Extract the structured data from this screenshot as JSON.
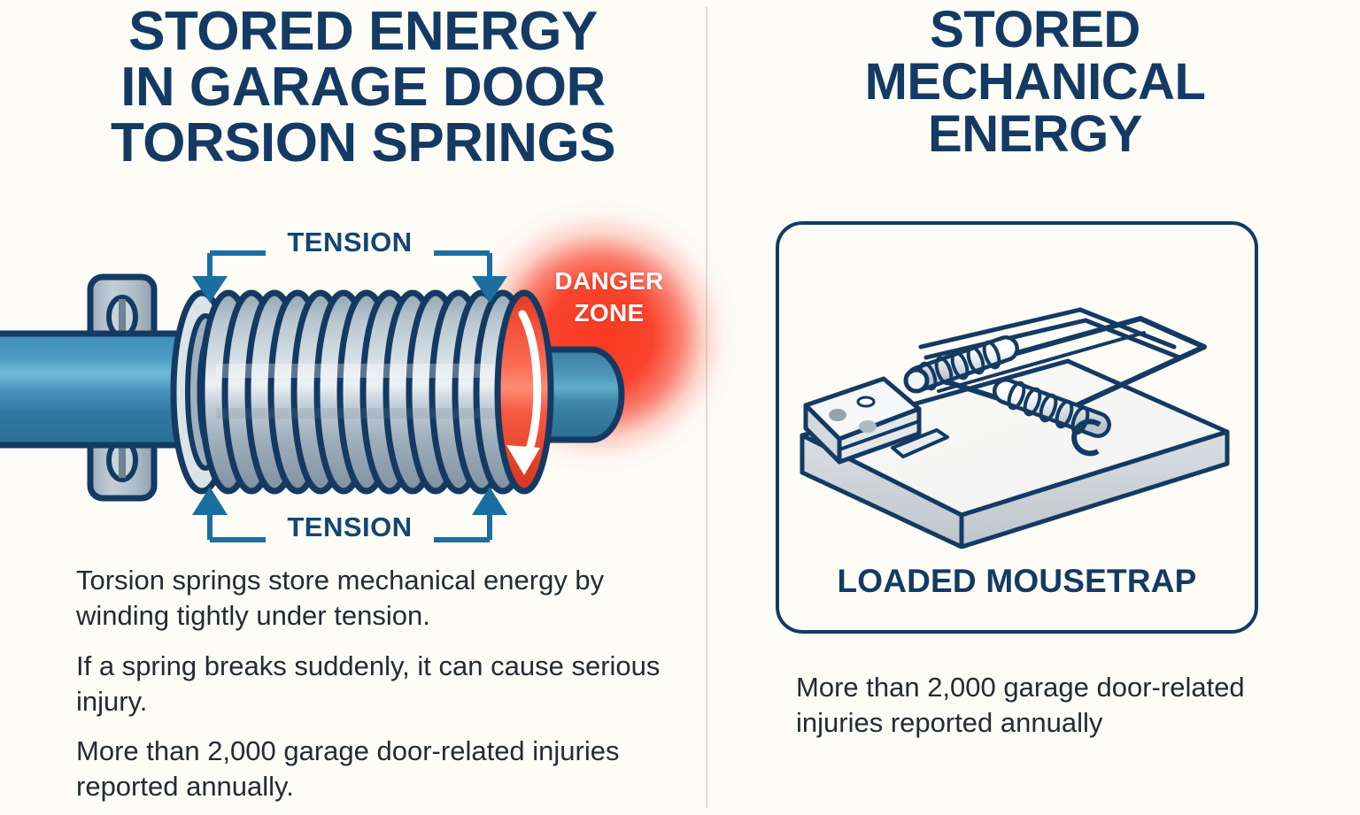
{
  "theme": {
    "background": "#FDFCF7",
    "navy": "#143A63",
    "body_text": "#232B33",
    "danger_red": "#F9432C",
    "shaft_blue": "#3E8DB5",
    "coil_gray": "#AEBCC7",
    "divider": "#DDDAD2"
  },
  "left_panel": {
    "title_lines": [
      "STORED ENERGY",
      "IN GARAGE DOOR",
      "TORSION SPRINGS"
    ],
    "diagram": {
      "tension_label_top": "TENSION",
      "tension_label_bottom": "TENSION",
      "danger_label_lines": [
        "DANGER",
        "ZONE"
      ],
      "coil_count": 14,
      "danger_coil_count": 1,
      "rotation_arrow": "clockwise-down",
      "parts": [
        "mounting-bracket",
        "torsion-shaft",
        "spring-coils",
        "danger-coil",
        "shaft-end-cap"
      ]
    },
    "body_paragraphs": [
      "Torsion springs store mechanical energy by winding tightly under tension.",
      "If a spring breaks suddenly, it can cause serious injury.",
      "More than 2,000 garage door-related injuries reported annually."
    ]
  },
  "right_panel": {
    "title_lines": [
      "STORED",
      "MECHANICAL",
      "ENERGY"
    ],
    "illustration_caption": "LOADED MOUSETRAP",
    "illustration_parts": [
      "wooden-base",
      "torsion-spring-coils",
      "snap-bar",
      "hold-down-bar",
      "trigger-plate"
    ],
    "body_paragraphs": [
      "More than 2,000 garage door-related injuries reported annually"
    ]
  }
}
